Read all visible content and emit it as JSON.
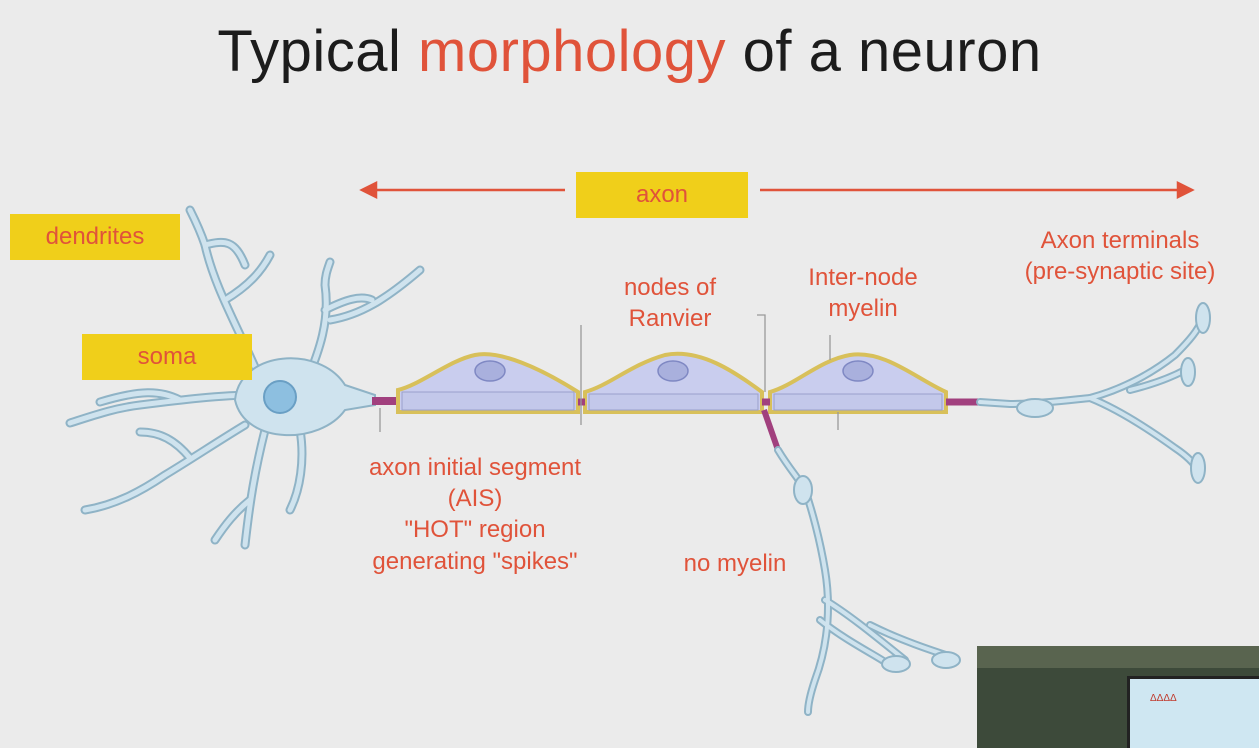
{
  "title": {
    "part1": "Typical ",
    "highlight": "morphology",
    "part2": " of a neuron"
  },
  "labels": {
    "dendrites": "dendrites",
    "soma": "soma",
    "axon": "axon",
    "axon_terminals_1": "Axon terminals",
    "axon_terminals_2": "(pre-synaptic site)",
    "nodes_1": "nodes of",
    "nodes_2": "Ranvier",
    "internode_1": "Inter-node",
    "internode_2": "myelin",
    "ais_1": "axon initial segment",
    "ais_2": "(AIS)",
    "ais_3": "\"HOT\" region",
    "ais_4": "generating \"spikes\"",
    "no_myelin": "no myelin"
  },
  "colors": {
    "accent": "#e0533a",
    "label_box": "#f0cf1a",
    "neuron_fill": "#cfe3ee",
    "neuron_outline": "#8fb3c6",
    "myelin_fill": "#c9cdee",
    "myelin_outline": "#d8c05a",
    "ais": "#a1407e"
  },
  "video_inset": {
    "slide_text": "ΔΔΔΔ"
  }
}
